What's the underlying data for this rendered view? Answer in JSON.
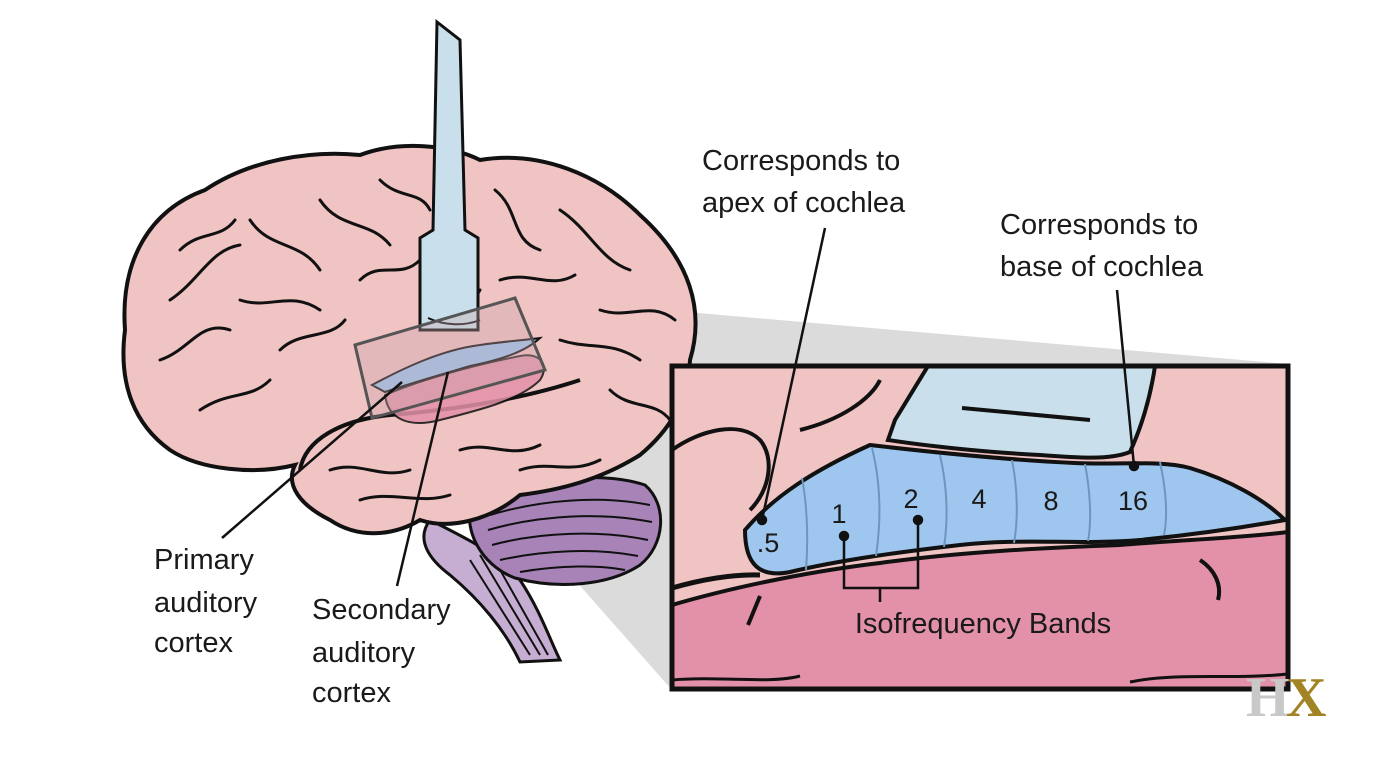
{
  "labels": {
    "apex_line1": "Corresponds to",
    "apex_line2": "apex of cochlea",
    "base_line1": "Corresponds to",
    "base_line2": "base of cochlea",
    "primary_line1": "Primary",
    "primary_line2": "auditory",
    "primary_line3": "cortex",
    "secondary_line1": "Secondary",
    "secondary_line2": "auditory",
    "secondary_line3": "cortex",
    "isofrequency": "Isofrequency Bands"
  },
  "bands": [
    ".5",
    "1",
    "2",
    "4",
    "8",
    "16"
  ],
  "logo": {
    "letter1": "H",
    "letter2": "X"
  },
  "colors": {
    "brain": "#f1c4c4",
    "outline": "#111111",
    "electrode": "#c9e0ec",
    "auditory_band": "#9ec6ee",
    "cortex_pink": "#e391a8",
    "cerebellum": "#a783b8",
    "brainstem": "#c6aed2",
    "projection": "#bdbdbd",
    "logo_gray": "#c8c8c8",
    "logo_gold": "#a38424"
  }
}
